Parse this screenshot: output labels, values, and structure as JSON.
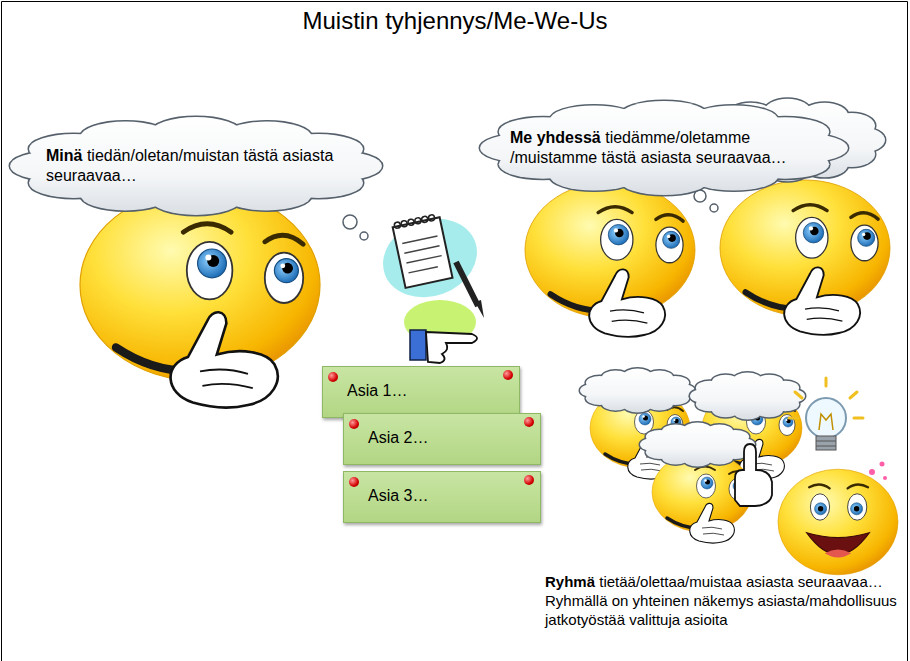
{
  "diagram": {
    "title": "Muistin tyhjennys/Me-We-Us",
    "nodes": [
      {
        "text": [
          "Minä",
          "tiedän/oletan/muistan tästä asiasta seuraavaa…"
        ]
      },
      {
        "text": [
          "Me yhdessä",
          "tiedämme/oletamme /muistamme tästä asiasta seuraavaa…"
        ]
      },
      {
        "text": [
          "Asia 1…"
        ]
      },
      {
        "text": [
          "Asia 2…"
        ]
      },
      {
        "text": [
          "Asia 3…"
        ]
      }
    ],
    "labels": [
      "Ryhmä",
      "tietää/olettaa/muistaa asiasta seuraavaa… Ryhmällä on yhteinen näkemys asiasta/mahdollisuus jatkotyöstää valittuja asioita"
    ]
  }
}
